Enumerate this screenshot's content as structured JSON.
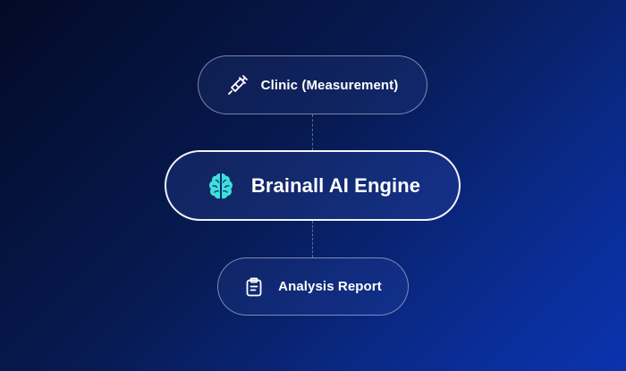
{
  "diagram": {
    "nodes": [
      {
        "id": "clinic",
        "label": "Clinic (Measurement)",
        "icon": "syringe-icon"
      },
      {
        "id": "engine",
        "label": "Brainall AI Engine",
        "icon": "brain-icon",
        "icon_color": "#3de0d8"
      },
      {
        "id": "report",
        "label": "Analysis Report",
        "icon": "clipboard-icon"
      }
    ],
    "edges": [
      {
        "from": "clinic",
        "to": "engine",
        "style": "dashed"
      },
      {
        "from": "engine",
        "to": "report",
        "style": "dashed"
      }
    ]
  },
  "colors": {
    "background_start": "#030a26",
    "background_end": "#0b33b0",
    "text": "#ffffff",
    "accent": "#3de0d8"
  }
}
